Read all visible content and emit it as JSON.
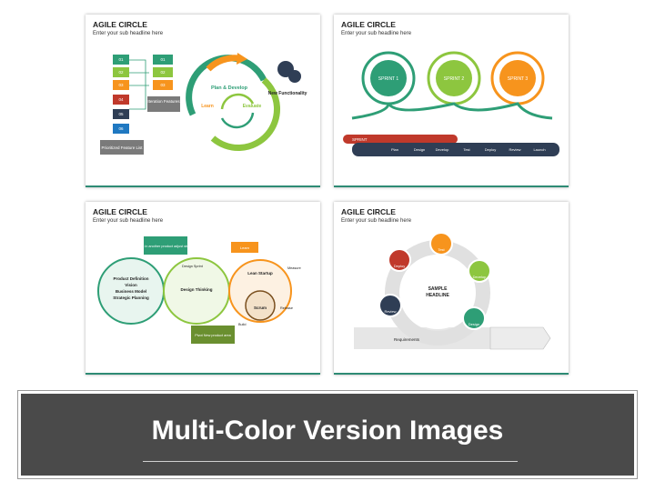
{
  "slides": [
    {
      "title": "AGILE CIRCLE",
      "subtitle": "Enter your sub headline here",
      "backlog": [
        "01",
        "02",
        "03",
        "04",
        "05",
        "06"
      ],
      "selected": [
        "01",
        "02",
        "03"
      ],
      "backlog_label": "Prioritized Feature List",
      "iteration_label": "Iteration Features",
      "cycle": {
        "top": "Plan & Develop",
        "left": "Learn",
        "right": "Evaluate"
      },
      "new_label": "New Functionality"
    },
    {
      "title": "AGILE CIRCLE",
      "subtitle": "Enter your sub headline here",
      "sprints": [
        "SPRINT 1",
        "SPRINT 2",
        "SPRINT 3"
      ],
      "sprint_tag": "SPRINT",
      "steps": [
        "Plan",
        "Design",
        "Develop",
        "Test",
        "Deploy",
        "Review",
        "Launch"
      ]
    },
    {
      "title": "AGILE CIRCLE",
      "subtitle": "Enter your sub headline here",
      "left_circle": [
        "Product Definition",
        "Vision",
        "Business Model",
        "Strategic Planning"
      ],
      "mid_circle": "Design Thinking",
      "right_circle": "Lean Startup",
      "inner": "Scrum",
      "labels": {
        "invest_top": "Invest in another product adjust strategy",
        "design_sprint": "Design Sprint",
        "learn": "Learn",
        "measure": "Measure",
        "release": "Release",
        "build": "Build",
        "pivot": "Pivot New product area"
      }
    },
    {
      "title": "AGILE CIRCLE",
      "subtitle": "Enter your sub headline here",
      "center": [
        "SAMPLE",
        "HEADLINE"
      ],
      "nodes": [
        "Test",
        "Develop",
        "Design",
        "Deploy",
        "Review"
      ],
      "requirements": "Requirements"
    }
  ],
  "banner": "Multi-Color Version Images",
  "colors": {
    "green": "#2e9e76",
    "lime": "#8dc63f",
    "orange": "#f7941d",
    "red": "#c0392b",
    "navy": "#2f3e55",
    "gray": "#7a7a7a",
    "blue": "#1f78c1"
  }
}
